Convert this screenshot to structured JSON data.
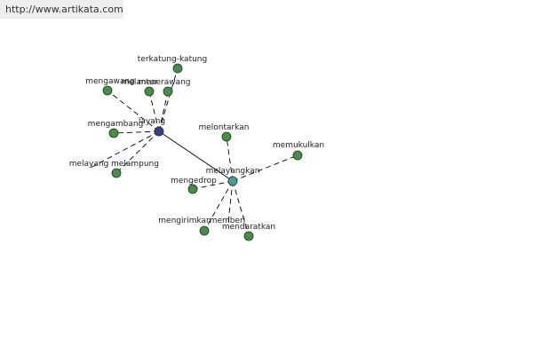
{
  "header": {
    "url": "http://www.artikata.com"
  },
  "colors": {
    "main_node": "#3d3d8f",
    "secondary_node": "#4a9a9a",
    "leaf_node": "#4a8a4a",
    "edge": "#000000"
  },
  "graph": {
    "nodes": [
      {
        "id": "layang",
        "label": "layang",
        "kind": "main"
      },
      {
        "id": "melayangkan",
        "label": "melayangkan",
        "kind": "secondary"
      },
      {
        "id": "terkatung-katung",
        "label": "terkatung-katung",
        "kind": "leaf"
      },
      {
        "id": "mengawang",
        "label": "mengawang",
        "kind": "leaf"
      },
      {
        "id": "melantur",
        "label": "melantur",
        "kind": "leaf"
      },
      {
        "id": "menerawang",
        "label": "menerawang",
        "kind": "leaf"
      },
      {
        "id": "mengambang",
        "label": "mengambang",
        "kind": "leaf"
      },
      {
        "id": "melayang",
        "label": "melayang",
        "kind": "leaf"
      },
      {
        "id": "melampung",
        "label": "melampung",
        "kind": "leaf"
      },
      {
        "id": "melontarkan",
        "label": "melontarkan",
        "kind": "leaf"
      },
      {
        "id": "memukulkan",
        "label": "memukulkan",
        "kind": "leaf"
      },
      {
        "id": "mengedrop",
        "label": "mengedrop",
        "kind": "leaf"
      },
      {
        "id": "mengirimkan",
        "label": "mengirimkan",
        "kind": "leaf"
      },
      {
        "id": "memberi",
        "label": "memberi",
        "kind": "leaf"
      },
      {
        "id": "mendaratkan",
        "label": "mendaratkan",
        "kind": "leaf"
      }
    ],
    "edges": [
      {
        "from": "layang",
        "to": "melayangkan",
        "style": "solid"
      },
      {
        "from": "layang",
        "to": "terkatung-katung",
        "style": "dashed"
      },
      {
        "from": "layang",
        "to": "mengawang",
        "style": "dashed"
      },
      {
        "from": "layang",
        "to": "melantur",
        "style": "dashed"
      },
      {
        "from": "layang",
        "to": "menerawang",
        "style": "dashed"
      },
      {
        "from": "layang",
        "to": "mengambang",
        "style": "dashed"
      },
      {
        "from": "layang",
        "to": "melayang",
        "style": "dashed"
      },
      {
        "from": "layang",
        "to": "melampung",
        "style": "dashed"
      },
      {
        "from": "melayangkan",
        "to": "melontarkan",
        "style": "dashed"
      },
      {
        "from": "melayangkan",
        "to": "memukulkan",
        "style": "dashed"
      },
      {
        "from": "melayangkan",
        "to": "mengedrop",
        "style": "dashed"
      },
      {
        "from": "melayangkan",
        "to": "mengirimkan",
        "style": "dashed"
      },
      {
        "from": "melayangkan",
        "to": "memberi",
        "style": "dashed"
      },
      {
        "from": "melayangkan",
        "to": "mendaratkan",
        "style": "dashed"
      }
    ]
  }
}
